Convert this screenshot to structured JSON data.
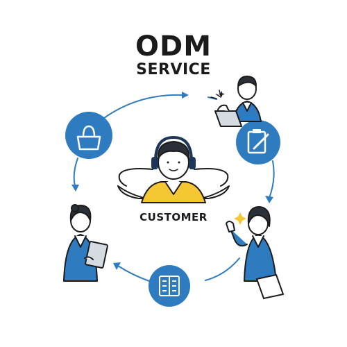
{
  "title": {
    "line1": "ODM",
    "line2": "SERVICE"
  },
  "center": {
    "label": "CUSTOMER"
  },
  "nodes": [
    {
      "icon": "shopping-bag-icon"
    },
    {
      "icon": "clipboard-pencil-icon"
    },
    {
      "icon": "server-rack-icon"
    }
  ],
  "colors": {
    "accent_blue": "#2f7bbf",
    "dark_navy": "#1d3556",
    "outline": "#1b1b1b",
    "yellow": "#f5c733"
  }
}
